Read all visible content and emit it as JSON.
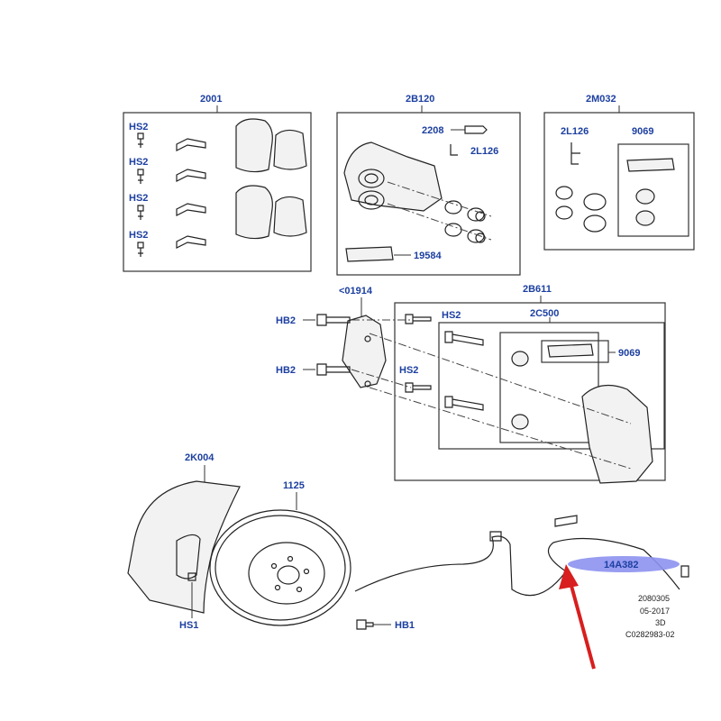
{
  "diagram": {
    "box_labels": {
      "pads_kit": "2001",
      "caliper_assembly": "2B120",
      "seal_kit": "2M032",
      "carrier_assembly": "2B611",
      "carrier_inner": "2C500"
    },
    "callouts": {
      "hs2_1": "HS2",
      "hs2_2": "HS2",
      "hs2_3": "HS2",
      "hs2_4": "HS2",
      "bleed_screw": "2208",
      "bleed_cap": "2L126",
      "seal_cap": "2L126",
      "boot_kit_upper": "9069",
      "grease_sachet": "19584",
      "bracket": "<01914",
      "hb2_upper": "HB2",
      "hb2_lower": "HB2",
      "hs2_bolt_upper": "HS2",
      "hs2_bolt_lower": "HS2",
      "boot_kit_lower": "9069",
      "shield": "2K004",
      "disc": "1125",
      "hs1": "HS1",
      "hb1": "HB1",
      "sensor": "14A382"
    },
    "ref_block": [
      "2080305",
      "05-2017",
      "3D",
      "C0282983-02"
    ]
  },
  "colors": {
    "label_blue": "#1c3fa0",
    "highlight": "#8d92f0",
    "arrow_red": "#d81e1e"
  }
}
